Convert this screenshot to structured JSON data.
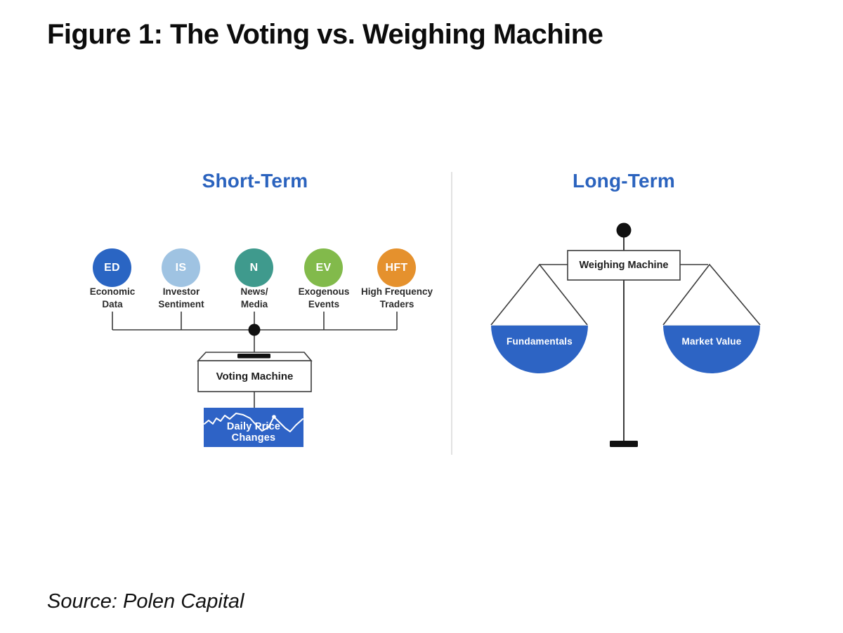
{
  "title": "Figure 1: The Voting vs. Weighing Machine",
  "source": "Source: Polen Capital",
  "colors": {
    "heading_blue": "#2b63be",
    "pan_blue": "#2d64c4",
    "price_box_blue": "#2e63c6",
    "connector_gray": "#3b3b3b",
    "divider_gray": "#d8d8d8",
    "ink_black": "#111111"
  },
  "short_term": {
    "heading": "Short-Term",
    "factors": [
      {
        "abbr": "ED",
        "line1": "Economic",
        "line2": "Data",
        "color": "#2a65c3"
      },
      {
        "abbr": "IS",
        "line1": "Investor",
        "line2": "Sentiment",
        "color": "#9fc3e2"
      },
      {
        "abbr": "N",
        "line1": "News/",
        "line2": "Media",
        "color": "#3f9a8d"
      },
      {
        "abbr": "EV",
        "line1": "Exogenous",
        "line2": "Events",
        "color": "#82ba4b"
      },
      {
        "abbr": "HFT",
        "line1": "High Frequency",
        "line2": "Traders",
        "color": "#e5912d"
      }
    ],
    "machine_label": "Voting Machine",
    "output_label": "Daily Price Changes"
  },
  "long_term": {
    "heading": "Long-Term",
    "machine_label": "Weighing Machine",
    "left_pan_label": "Fundamentals",
    "right_pan_label": "Market Value"
  }
}
